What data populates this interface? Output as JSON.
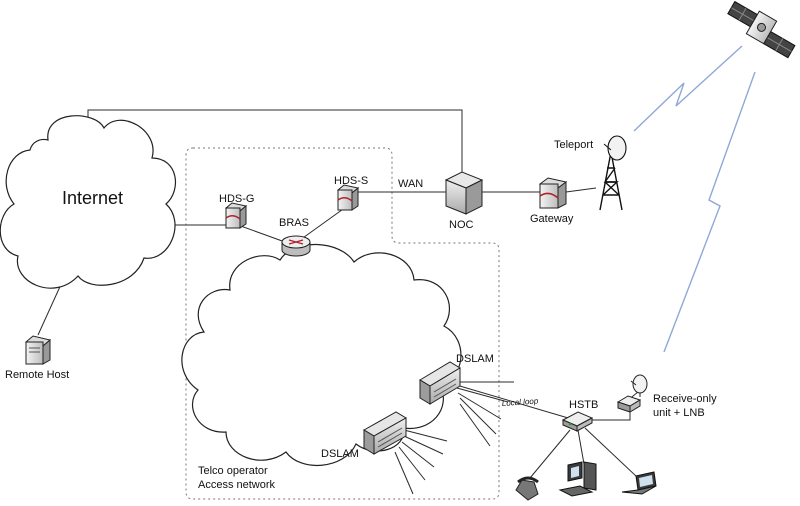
{
  "labels": {
    "internet": "Internet",
    "remote_host": "Remote Host",
    "hds_g": "HDS-G",
    "hds_s": "HDS-S",
    "bras": "BRAS",
    "wan": "WAN",
    "noc": "NOC",
    "gateway": "Gateway",
    "teleport": "Teleport",
    "dslam_top": "DSLAM",
    "dslam_bottom": "DSLAM",
    "local_loop": "Local loop",
    "hstb": "HSTB",
    "receive_only_line1": "Receive-only",
    "receive_only_line2": "unit + LNB",
    "access_line1": "Telco operator",
    "access_line2": "Access network"
  },
  "icons": {
    "satellite": "satellite-icon",
    "teleport_tower": "antenna-tower-icon",
    "dish": "satellite-dish-icon",
    "server": "server-icon",
    "router": "router-icon",
    "dslam": "dslam-icon",
    "phone": "telephone-icon",
    "pc": "desktop-computer-icon",
    "laptop": "laptop-icon"
  },
  "colors": {
    "line": "#2b2b2b",
    "dotted_boundary": "#777777",
    "cloud_stroke": "#222222",
    "lightning": "#8fa8d8",
    "server_accent": "#b0222a"
  }
}
